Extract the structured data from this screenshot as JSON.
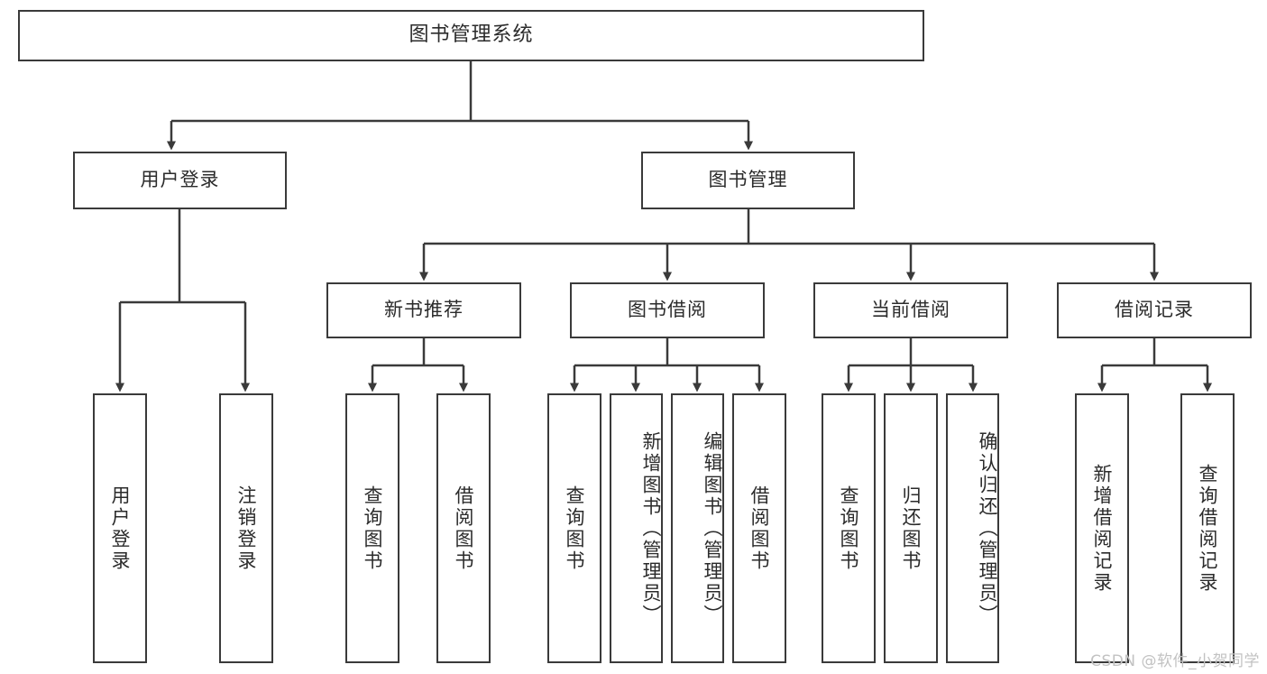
{
  "chart_data": {
    "type": "diagram",
    "title": "图书管理系统 功能结构图",
    "diagram_kind": "tree / hierarchy-chart",
    "orientation": "top-down",
    "levels": 4,
    "edge_style": "orthogonal-with-arrowheads",
    "nodes": [
      {
        "id": "root",
        "label": "图书管理系统",
        "level": 0,
        "parent": null
      },
      {
        "id": "login",
        "label": "用户登录",
        "level": 1,
        "parent": "root"
      },
      {
        "id": "bookmgmt",
        "label": "图书管理",
        "level": 1,
        "parent": "root"
      },
      {
        "id": "login-1",
        "label": "用户登录",
        "level": 2,
        "parent": "login"
      },
      {
        "id": "login-2",
        "label": "注销登录",
        "level": 2,
        "parent": "login"
      },
      {
        "id": "newbook",
        "label": "新书推荐",
        "level": 2,
        "parent": "bookmgmt"
      },
      {
        "id": "borrow",
        "label": "图书借阅",
        "level": 2,
        "parent": "bookmgmt"
      },
      {
        "id": "current",
        "label": "当前借阅",
        "level": 2,
        "parent": "bookmgmt"
      },
      {
        "id": "record",
        "label": "借阅记录",
        "level": 2,
        "parent": "bookmgmt"
      },
      {
        "id": "newbook-1",
        "label": "查询图书",
        "level": 3,
        "parent": "newbook"
      },
      {
        "id": "newbook-2",
        "label": "借阅图书",
        "level": 3,
        "parent": "newbook"
      },
      {
        "id": "borrow-1",
        "label": "查询图书",
        "level": 3,
        "parent": "borrow"
      },
      {
        "id": "borrow-2",
        "label": "新增图书（管理员）",
        "level": 3,
        "parent": "borrow"
      },
      {
        "id": "borrow-3",
        "label": "编辑图书（管理员）",
        "level": 3,
        "parent": "borrow"
      },
      {
        "id": "borrow-4",
        "label": "借阅图书",
        "level": 3,
        "parent": "borrow"
      },
      {
        "id": "current-1",
        "label": "查询图书",
        "level": 3,
        "parent": "current"
      },
      {
        "id": "current-2",
        "label": "归还图书",
        "level": 3,
        "parent": "current"
      },
      {
        "id": "current-3",
        "label": "确认归还（管理员）",
        "level": 3,
        "parent": "current"
      },
      {
        "id": "record-1",
        "label": "新增借阅记录",
        "level": 3,
        "parent": "record"
      },
      {
        "id": "record-2",
        "label": "查询借阅记录",
        "level": 3,
        "parent": "record"
      }
    ],
    "colors": {
      "node_border": "#3a3a3a",
      "node_fill": "#ffffff",
      "edge": "#3a3a3a",
      "text": "#2b2b2b",
      "watermark": "#c2c2c2"
    }
  },
  "root": {
    "label": "图书管理系统"
  },
  "level1": {
    "login": {
      "label": "用户登录"
    },
    "bookmgmt": {
      "label": "图书管理"
    }
  },
  "level2": {
    "login_children": [
      {
        "label": "用户登录"
      },
      {
        "label": "注销登录"
      }
    ],
    "bookmgmt_children": [
      {
        "label": "新书推荐"
      },
      {
        "label": "图书借阅"
      },
      {
        "label": "当前借阅"
      },
      {
        "label": "借阅记录"
      }
    ]
  },
  "level3": {
    "newbook": [
      {
        "label": "查询图书"
      },
      {
        "label": "借阅图书"
      }
    ],
    "borrow": [
      {
        "label": "查询图书"
      },
      {
        "label": "新增图书（管理员）"
      },
      {
        "label": "编辑图书（管理员）"
      },
      {
        "label": "借阅图书"
      }
    ],
    "current": [
      {
        "label": "查询图书"
      },
      {
        "label": "归还图书"
      },
      {
        "label": "确认归还（管理员）"
      }
    ],
    "record": [
      {
        "label": "新增借阅记录"
      },
      {
        "label": "查询借阅记录"
      }
    ]
  },
  "watermark": {
    "text": "CSDN @软件_小贺同学"
  }
}
